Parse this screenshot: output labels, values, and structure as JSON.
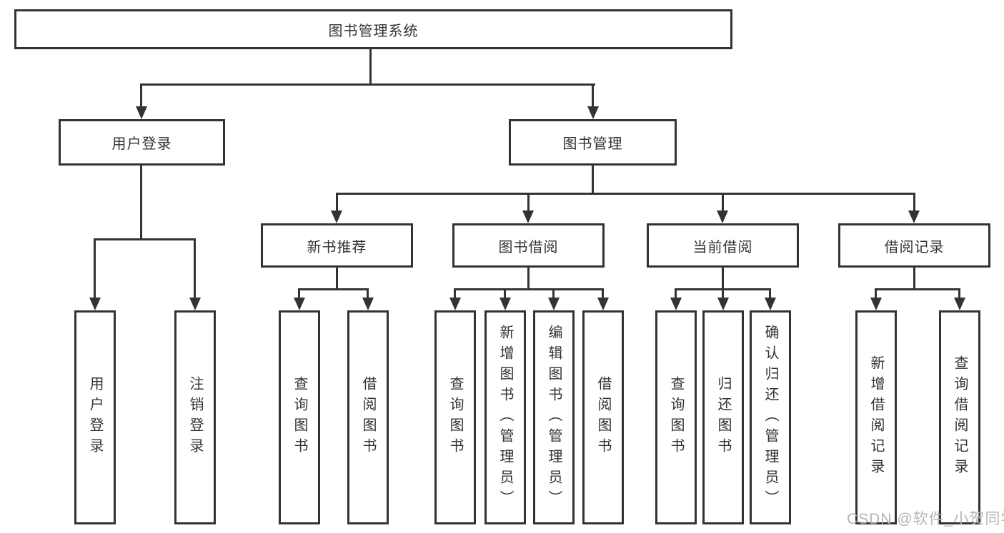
{
  "root": {
    "label": "图书管理系统"
  },
  "level2": [
    {
      "label": "用户登录",
      "children": [
        {
          "label": "用户登录"
        },
        {
          "label": "注销登录"
        }
      ]
    },
    {
      "label": "图书管理"
    }
  ],
  "level3": [
    {
      "label": "新书推荐",
      "children": [
        {
          "label": "查询图书"
        },
        {
          "label": "借阅图书"
        }
      ]
    },
    {
      "label": "图书借阅",
      "children": [
        {
          "label": "查询图书"
        },
        {
          "label": "新增图书（管理员）"
        },
        {
          "label": "编辑图书（管理员）"
        },
        {
          "label": "借阅图书"
        }
      ]
    },
    {
      "label": "当前借阅",
      "children": [
        {
          "label": "查询图书"
        },
        {
          "label": "归还图书"
        },
        {
          "label": "确认归还（管理员）"
        }
      ]
    },
    {
      "label": "借阅记录",
      "children": [
        {
          "label": "新增借阅记录"
        },
        {
          "label": "查询借阅记录"
        }
      ]
    }
  ],
  "watermark": {
    "text": "CSDN @软件_小贺同学"
  },
  "colors": {
    "line": "#333333",
    "box_border": "#333333",
    "box_fill": "#ffffff",
    "text": "#333333",
    "watermark": "#b5b5b5",
    "background": "#ffffff"
  }
}
